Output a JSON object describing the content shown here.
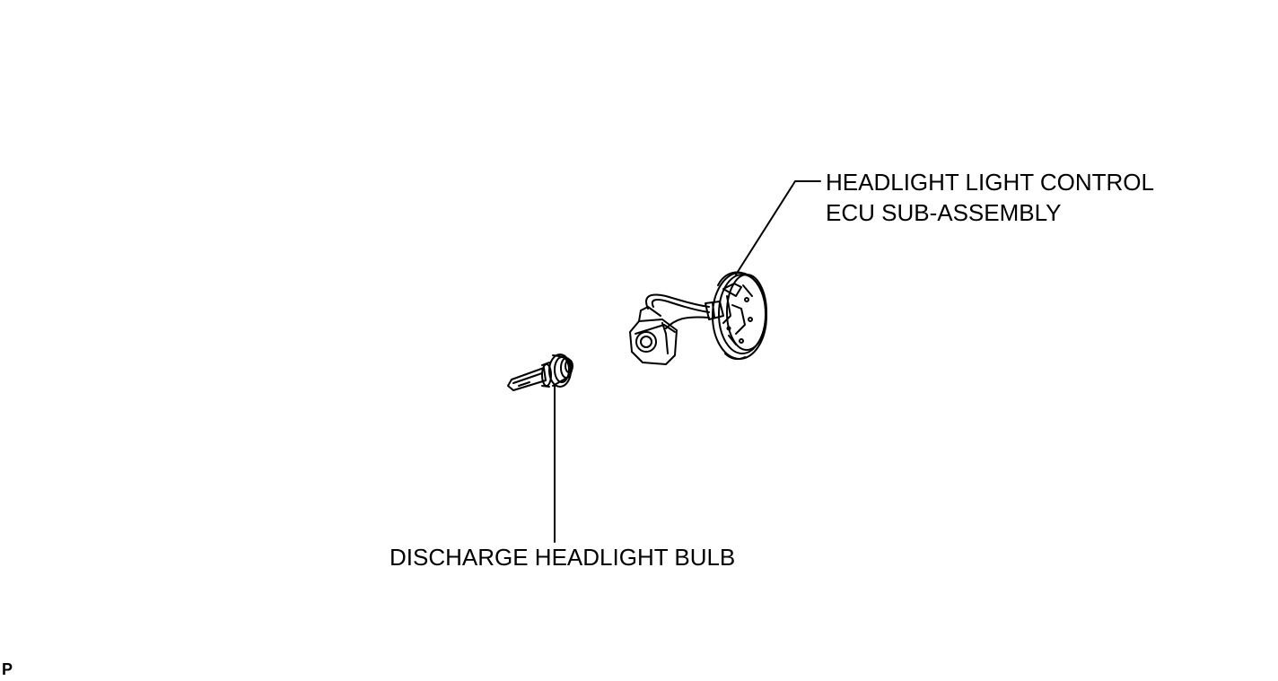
{
  "labels": {
    "ecu_line1": "HEADLIGHT LIGHT CONTROL",
    "ecu_line2": "ECU SUB-ASSEMBLY",
    "bulb": "DISCHARGE HEADLIGHT BULB"
  },
  "corner_code": "P",
  "colors": {
    "line": "#000000",
    "background": "#ffffff"
  }
}
